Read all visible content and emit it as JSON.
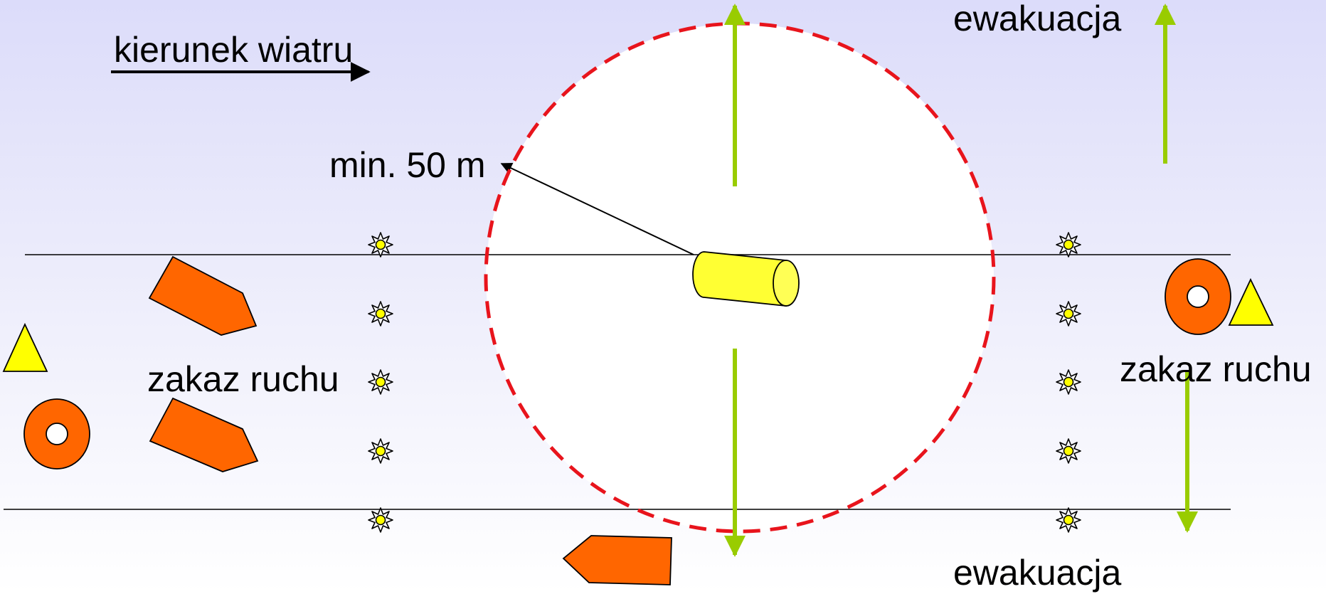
{
  "labels": {
    "wind_direction": "kierunek wiatru",
    "min_distance": "min. 50 m",
    "traffic_ban_left": "zakaz ruchu",
    "traffic_ban_right": "zakaz ruchu",
    "evacuation_top": "ewakuacja",
    "evacuation_bottom": "ewakuacja"
  },
  "icons": {
    "wind_arrow": "wind-direction-arrow-icon",
    "hazard_container": "cylinder-tank-icon",
    "danger_zone": "dashed-circle-zone",
    "road_sign_no_entry": "no-entry-sign-icon",
    "warning_triangle": "warning-triangle-icon",
    "warning_light": "flashing-light-icon",
    "vehicle": "vehicle-pentagon-icon",
    "evacuation_arrow": "evacuation-arrow-icon"
  },
  "colors": {
    "danger_zone": "#e8141c",
    "evacuation_arrow": "#99cc00",
    "vehicle": "#ff6600",
    "sign_orange": "#ff6600",
    "triangle": "#ffff00",
    "tank": "#ffff33",
    "light": "#ffff00"
  }
}
